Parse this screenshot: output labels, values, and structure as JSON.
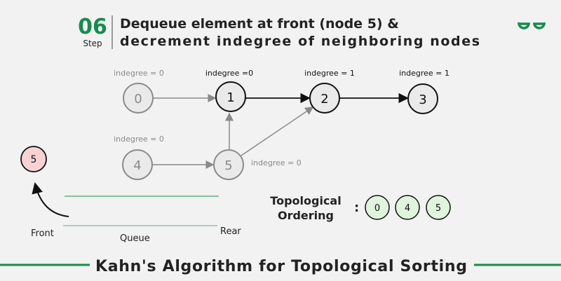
{
  "header": {
    "step_number": "06",
    "step_label": "Step",
    "title_line1": "Dequeue element at front (node 5) &",
    "title_line2": "decrement indegree of neighboring nodes",
    "logo_text": "GfG"
  },
  "graph": {
    "nodes": [
      {
        "id": "0",
        "label": "indegree = 0",
        "state": "processed"
      },
      {
        "id": "1",
        "label": "indegree =0",
        "state": "active"
      },
      {
        "id": "2",
        "label": "indegree = 1",
        "state": "active"
      },
      {
        "id": "3",
        "label": "indegree = 1",
        "state": "active"
      },
      {
        "id": "4",
        "label": "indegree = 0",
        "state": "processed"
      },
      {
        "id": "5",
        "label": "indegree = 0",
        "state": "processed"
      }
    ],
    "edges": [
      [
        "0",
        "1"
      ],
      [
        "1",
        "2"
      ],
      [
        "2",
        "3"
      ],
      [
        "4",
        "5"
      ],
      [
        "5",
        "1"
      ],
      [
        "5",
        "2"
      ]
    ]
  },
  "queue": {
    "dequeued": "5",
    "front_label": "Front",
    "rear_label": "Rear",
    "queue_label": "Queue"
  },
  "ordering": {
    "label_line1": "Topological",
    "label_line2": "Ordering",
    "colon": ":",
    "items": [
      "0",
      "4",
      "5"
    ]
  },
  "footer": {
    "title": "Kahn's Algorithm for Topological Sorting"
  },
  "colors": {
    "accent": "#1a8a4f",
    "dequeued_fill": "#f9d3d3",
    "ordering_fill": "#dff5dc",
    "processed": "#8a8a8a"
  }
}
